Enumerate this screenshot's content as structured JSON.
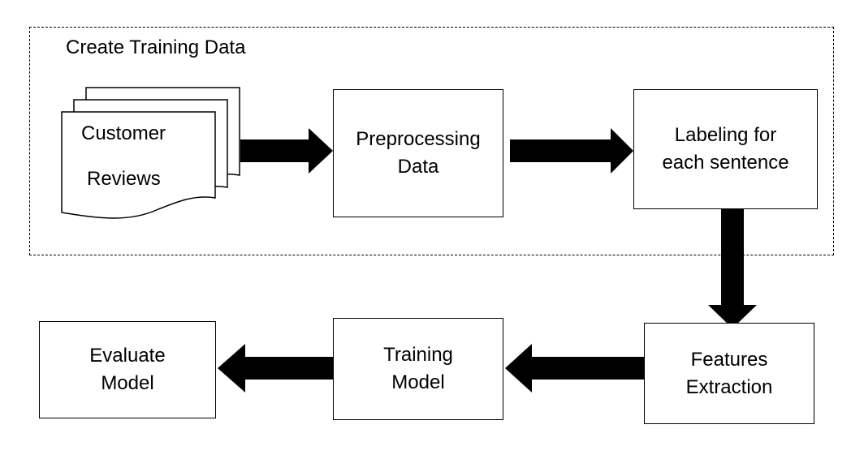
{
  "frame": {
    "title": "Create Training Data"
  },
  "nodes": {
    "customer_reviews": {
      "line1": "Customer",
      "line2": "Reviews"
    },
    "preprocessing": {
      "line1": "Preprocessing",
      "line2": "Data"
    },
    "labeling": {
      "line1": "Labeling for",
      "line2": "each sentence"
    },
    "features": {
      "line1": "Features",
      "line2": "Extraction"
    },
    "training": {
      "line1": "Training",
      "line2": "Model"
    },
    "evaluate": {
      "line1": "Evaluate",
      "line2": "Model"
    }
  },
  "flow": [
    "Customer Reviews → Preprocessing Data",
    "Preprocessing Data → Labeling for each sentence",
    "Labeling for each sentence → Features Extraction",
    "Features Extraction → Training Model",
    "Training Model → Evaluate Model"
  ]
}
